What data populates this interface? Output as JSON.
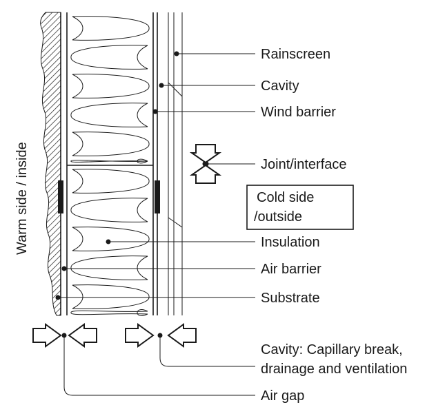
{
  "labels": {
    "rainscreen": "Rainscreen",
    "cavity": "Cavity",
    "wind_barrier": "Wind barrier",
    "joint_interface": "Joint/interface",
    "cold_side_line1": "Cold side",
    "cold_side_line2": "/outside",
    "insulation": "Insulation",
    "air_barrier": "Air barrier",
    "substrate": "Substrate",
    "cavity_note_line1": "Cavity: Capillary break,",
    "cavity_note_line2": "drainage and ventilation",
    "air_gap": "Air gap",
    "warm_side": "Warm side / inside"
  },
  "colors": {
    "ink": "#1a1a1a",
    "background": "#ffffff"
  }
}
